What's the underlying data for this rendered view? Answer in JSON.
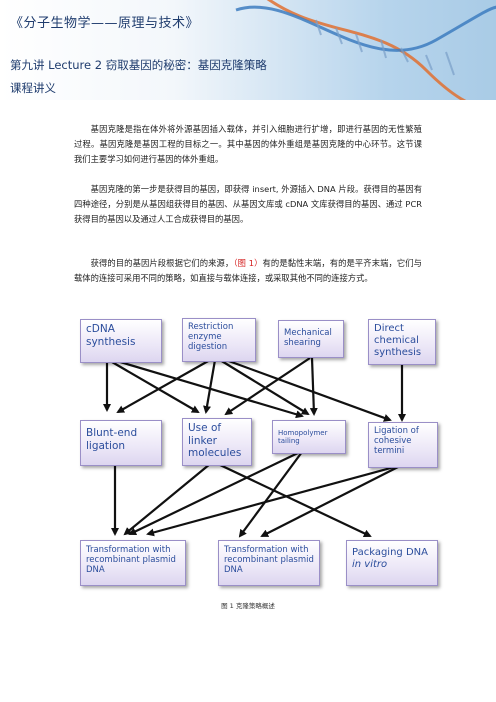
{
  "header": {
    "course_title": "《分子生物学——原理与技术》",
    "lecture_title": "第九讲 Lecture 2 窃取基因的秘密：基因克隆策略",
    "notes_title": "课程讲义"
  },
  "body": {
    "para1": "基因克隆是指在体外将外源基因插入载体，并引入细胞进行扩增，即进行基因的无性繁殖过程。基因克隆是基因工程的目标之一。其中基因的体外重组是基因克隆的中心环节。这节课我们主要学习如何进行基因的体外重组。",
    "para2": "基因克隆的第一步是获得目的基因，即获得 insert, 外源插入 DNA 片段。获得目的基因有四种途径，分别是从基因组获得目的基因、从基因文库或 cDNA 文库获得目的基因、通过 PCR 获得目的基因以及通过人工合成获得目的基因。",
    "para3_before": "获得的目的基因片段根据它们的来源，",
    "para3_ref": "（图 1）",
    "para3_after": "有的是黏性末端，有的是平齐末端，它们与载体的连接可采用不同的策略，如直接与载体连接，或采取其他不同的连接方式。"
  },
  "diagram": {
    "boxes": {
      "cdna": "cDNA synthesis",
      "restriction": "Restriction enzyme digestion",
      "mechanical": "Mechanical shearing",
      "direct": "Direct chemical synthesis",
      "blunt": "Blunt-end ligation",
      "linker": "Use of linker molecules",
      "homopolymer": "Homopolymer tailing",
      "cohesive": "Ligation of cohesive termini",
      "transform1": "Transformation with recombinant plasmid DNA",
      "transform2": "Transformation with recombinant plasmid DNA",
      "packaging_prefix": "Packaging DNA ",
      "packaging_italic": "in vitro"
    },
    "caption": "图 1 克隆策略概述"
  }
}
